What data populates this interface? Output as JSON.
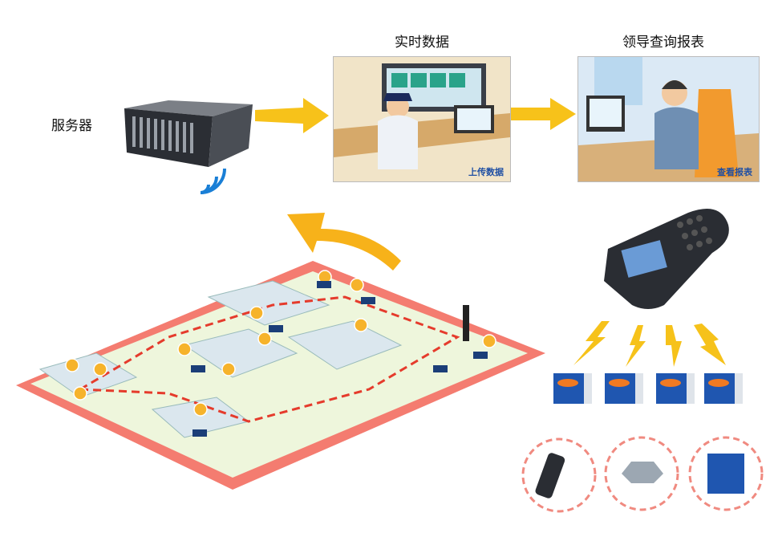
{
  "labels": {
    "server": "服务器",
    "realtime": "实时数据",
    "leader": "领导查询报表"
  },
  "panels": {
    "upload_caption": "上传数据",
    "report_caption": "查看报表"
  },
  "colors": {
    "arrow": "#f7c21a",
    "route": "#e53b2c",
    "wall": "#f08a80",
    "tag_blue": "#1f56b0",
    "tag_orange": "#f07a22"
  }
}
